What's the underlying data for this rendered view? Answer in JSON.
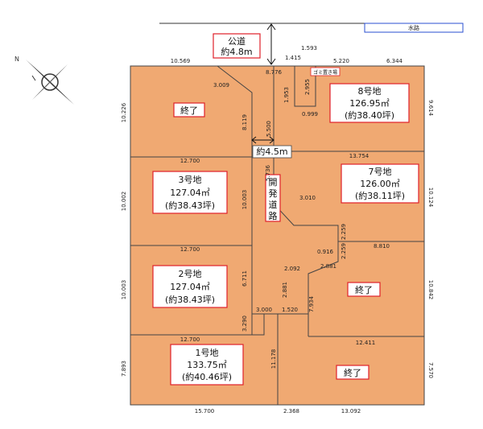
{
  "canal_label": "水路",
  "road_label": [
    "公道",
    "約4.8m"
  ],
  "road_width_label": "約4.5m",
  "dev_road_label": [
    "開",
    "発",
    "道",
    "路"
  ],
  "garbage_label": "ゴミ置き場",
  "lots": {
    "lot8": [
      "8号地",
      "126.95㎡",
      "(約38.40坪)"
    ],
    "lot7": [
      "7号地",
      "126.00㎡",
      "(約38.11坪)"
    ],
    "lot3": [
      "3号地",
      "127.04㎡",
      "(約38.43坪)"
    ],
    "lot2": [
      "2号地",
      "127.04㎡",
      "(約38.43坪)"
    ],
    "lot1": [
      "1号地",
      "133.75㎡",
      "(約40.46坪)"
    ]
  },
  "sold_label": "終了",
  "dims": {
    "d10569": "10.569",
    "d8776": "8.776",
    "d5220": "5.220",
    "d6344": "6.344",
    "d1415": "1.415",
    "d1593": "1.593",
    "d3009": "3.009",
    "d1953": "1.953",
    "d2955": "2.955",
    "d0999": "0.999",
    "d8119": "8.119",
    "d5500": "5.500",
    "d10226": "10.226",
    "d9614": "9.614",
    "d12700a": "12.700",
    "d13754": "13.754",
    "d5736": "5.736",
    "d3010": "3.010",
    "d10002": "10.002",
    "d10003a": "10.003",
    "d10124": "10.124",
    "d2259a": "2.259",
    "d12700b": "12.700",
    "d8810": "8.810",
    "d0916": "0.916",
    "d2259b": "2.259",
    "d2092": "2.092",
    "d2881a": "2.881",
    "d6711": "6.711",
    "d10003b": "10.003",
    "d2881b": "2.881",
    "d7934": "7.934",
    "d10842": "10.842",
    "d3000": "3.000",
    "d1520": "1.520",
    "d3290": "3.290",
    "d12700c": "12.700",
    "d12411": "12.411",
    "d11178": "11.178",
    "d7893": "7.893",
    "d7570": "7.570",
    "d15700": "15.700",
    "d2368": "2.368",
    "d13092": "13.092"
  },
  "colors": {
    "lot_fill": "#f0a972",
    "road_fill": "#f0a972",
    "border": "#444444",
    "label_box": "#e0202a"
  }
}
